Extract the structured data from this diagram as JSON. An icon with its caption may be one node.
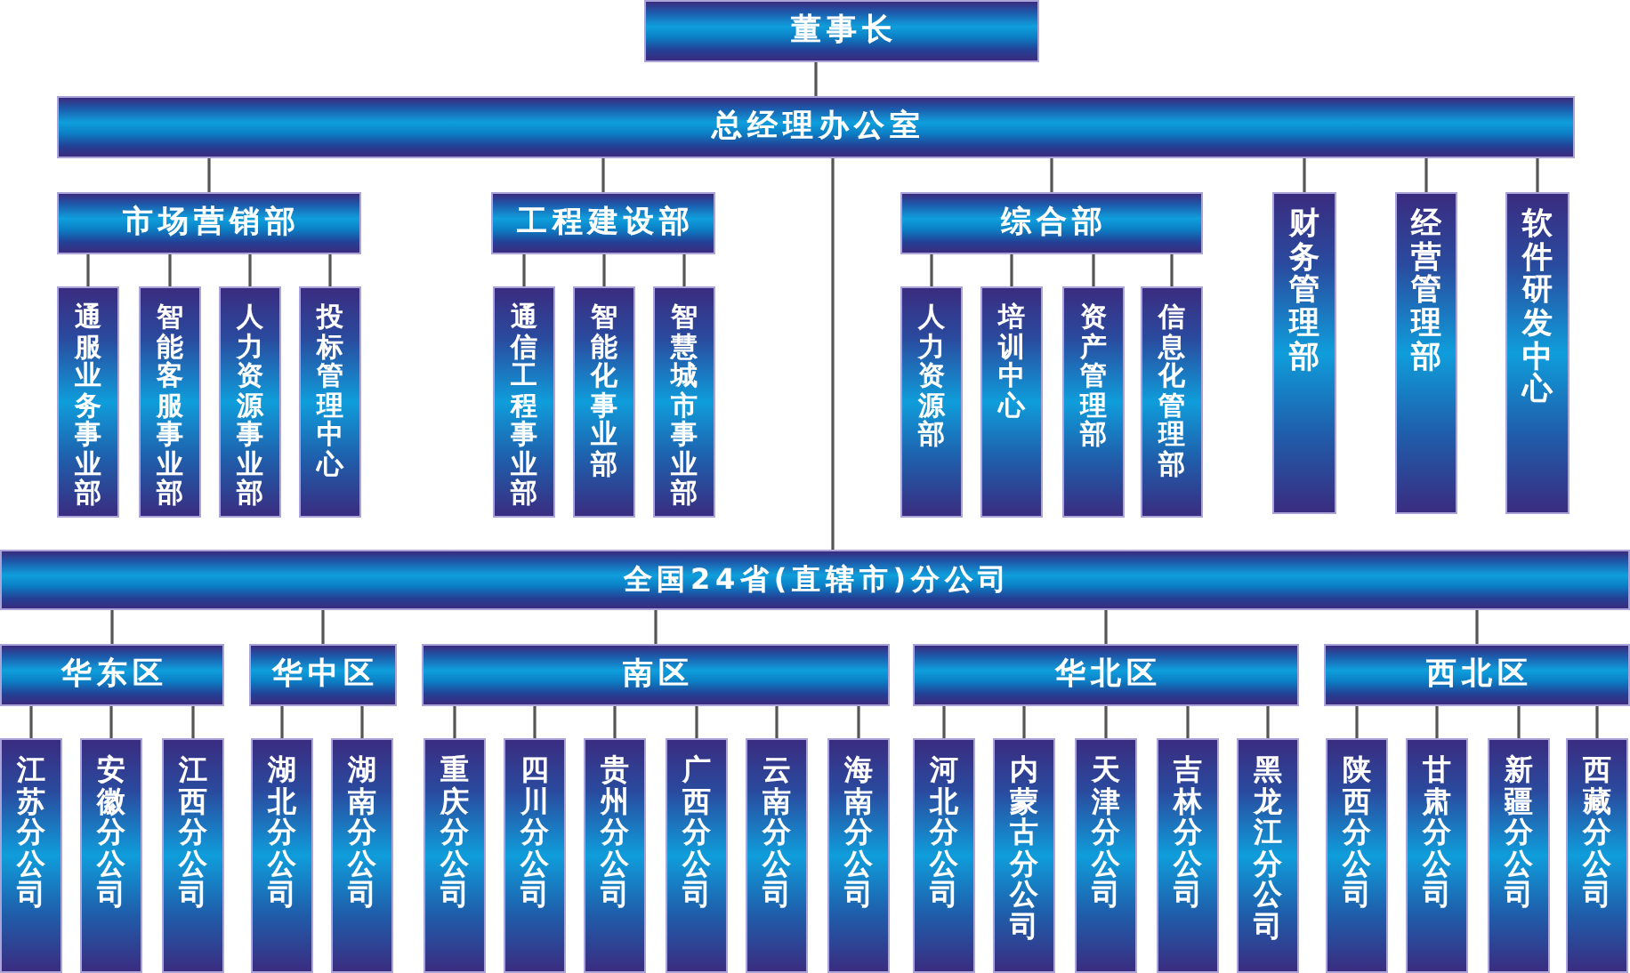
{
  "diagram": {
    "nodes": [
      {
        "text": [
          "董事长"
        ]
      },
      {
        "text": [
          "总经理办公室"
        ]
      },
      {
        "text": [
          "市场营销部"
        ]
      },
      {
        "text": [
          "工程建设部"
        ]
      },
      {
        "text": [
          "综合部"
        ]
      },
      {
        "text": [
          "财务管理部"
        ]
      },
      {
        "text": [
          "经营管理部"
        ]
      },
      {
        "text": [
          "软件研发中心"
        ]
      },
      {
        "text": [
          "通服业务事业部"
        ]
      },
      {
        "text": [
          "智能客服事业部"
        ]
      },
      {
        "text": [
          "人力资源事业部"
        ]
      },
      {
        "text": [
          "投标管理中心"
        ]
      },
      {
        "text": [
          "通信工程事业部"
        ]
      },
      {
        "text": [
          "智能化事业部"
        ]
      },
      {
        "text": [
          "智慧城市事业部"
        ]
      },
      {
        "text": [
          "人力资源部"
        ]
      },
      {
        "text": [
          "培训中心"
        ]
      },
      {
        "text": [
          "资产管理部"
        ]
      },
      {
        "text": [
          "信息化管理部"
        ]
      },
      {
        "text": [
          "全国24省(直辖市)分公司"
        ]
      },
      {
        "text": [
          "华东区"
        ]
      },
      {
        "text": [
          "华中区"
        ]
      },
      {
        "text": [
          "南区"
        ]
      },
      {
        "text": [
          "华北区"
        ]
      },
      {
        "text": [
          "西北区"
        ]
      },
      {
        "text": [
          "江苏分公司"
        ]
      },
      {
        "text": [
          "安徽分公司"
        ]
      },
      {
        "text": [
          "江西分公司"
        ]
      },
      {
        "text": [
          "湖北分公司"
        ]
      },
      {
        "text": [
          "湖南分公司"
        ]
      },
      {
        "text": [
          "重庆分公司"
        ]
      },
      {
        "text": [
          "四川分公司"
        ]
      },
      {
        "text": [
          "贵州分公司"
        ]
      },
      {
        "text": [
          "广西分公司"
        ]
      },
      {
        "text": [
          "云南分公司"
        ]
      },
      {
        "text": [
          "海南分公司"
        ]
      },
      {
        "text": [
          "河北分公司"
        ]
      },
      {
        "text": [
          "内蒙古分公司"
        ]
      },
      {
        "text": [
          "天津分公司"
        ]
      },
      {
        "text": [
          "吉林分公司"
        ]
      },
      {
        "text": [
          "黑龙江分公司"
        ]
      },
      {
        "text": [
          "陕西分公司"
        ]
      },
      {
        "text": [
          "甘肃分公司"
        ]
      },
      {
        "text": [
          "新疆分公司"
        ]
      },
      {
        "text": [
          "西藏分公司"
        ]
      }
    ],
    "edges": [
      {
        "from": 0,
        "to": 1,
        "arrow": "none"
      },
      {
        "from": 1,
        "to": 2,
        "arrow": "none"
      },
      {
        "from": 1,
        "to": 3,
        "arrow": "none"
      },
      {
        "from": 1,
        "to": 4,
        "arrow": "none"
      },
      {
        "from": 1,
        "to": 5,
        "arrow": "none"
      },
      {
        "from": 1,
        "to": 6,
        "arrow": "none"
      },
      {
        "from": 1,
        "to": 7,
        "arrow": "none"
      },
      {
        "from": 2,
        "to": 8,
        "arrow": "none"
      },
      {
        "from": 2,
        "to": 9,
        "arrow": "none"
      },
      {
        "from": 2,
        "to": 10,
        "arrow": "none"
      },
      {
        "from": 2,
        "to": 11,
        "arrow": "none"
      },
      {
        "from": 3,
        "to": 12,
        "arrow": "none"
      },
      {
        "from": 3,
        "to": 13,
        "arrow": "none"
      },
      {
        "from": 3,
        "to": 14,
        "arrow": "none"
      },
      {
        "from": 4,
        "to": 15,
        "arrow": "none"
      },
      {
        "from": 4,
        "to": 16,
        "arrow": "none"
      },
      {
        "from": 4,
        "to": 17,
        "arrow": "none"
      },
      {
        "from": 4,
        "to": 18,
        "arrow": "none"
      },
      {
        "from": 1,
        "to": 19,
        "arrow": "none"
      },
      {
        "from": 19,
        "to": 20,
        "arrow": "none"
      },
      {
        "from": 19,
        "to": 21,
        "arrow": "none"
      },
      {
        "from": 19,
        "to": 22,
        "arrow": "none"
      },
      {
        "from": 19,
        "to": 23,
        "arrow": "none"
      },
      {
        "from": 19,
        "to": 24,
        "arrow": "none"
      },
      {
        "from": 20,
        "to": 25,
        "arrow": "none"
      },
      {
        "from": 20,
        "to": 26,
        "arrow": "none"
      },
      {
        "from": 20,
        "to": 27,
        "arrow": "none"
      },
      {
        "from": 21,
        "to": 28,
        "arrow": "none"
      },
      {
        "from": 21,
        "to": 29,
        "arrow": "none"
      },
      {
        "from": 22,
        "to": 30,
        "arrow": "none"
      },
      {
        "from": 22,
        "to": 31,
        "arrow": "none"
      },
      {
        "from": 22,
        "to": 32,
        "arrow": "none"
      },
      {
        "from": 22,
        "to": 33,
        "arrow": "none"
      },
      {
        "from": 22,
        "to": 34,
        "arrow": "none"
      },
      {
        "from": 22,
        "to": 35,
        "arrow": "none"
      },
      {
        "from": 23,
        "to": 36,
        "arrow": "none"
      },
      {
        "from": 23,
        "to": 37,
        "arrow": "none"
      },
      {
        "from": 23,
        "to": 38,
        "arrow": "none"
      },
      {
        "from": 23,
        "to": 39,
        "arrow": "none"
      },
      {
        "from": 23,
        "to": 40,
        "arrow": "none"
      },
      {
        "from": 24,
        "to": 41,
        "arrow": "none"
      },
      {
        "from": 24,
        "to": 42,
        "arrow": "none"
      },
      {
        "from": 24,
        "to": 43,
        "arrow": "none"
      },
      {
        "from": 24,
        "to": 44,
        "arrow": "none"
      }
    ]
  }
}
